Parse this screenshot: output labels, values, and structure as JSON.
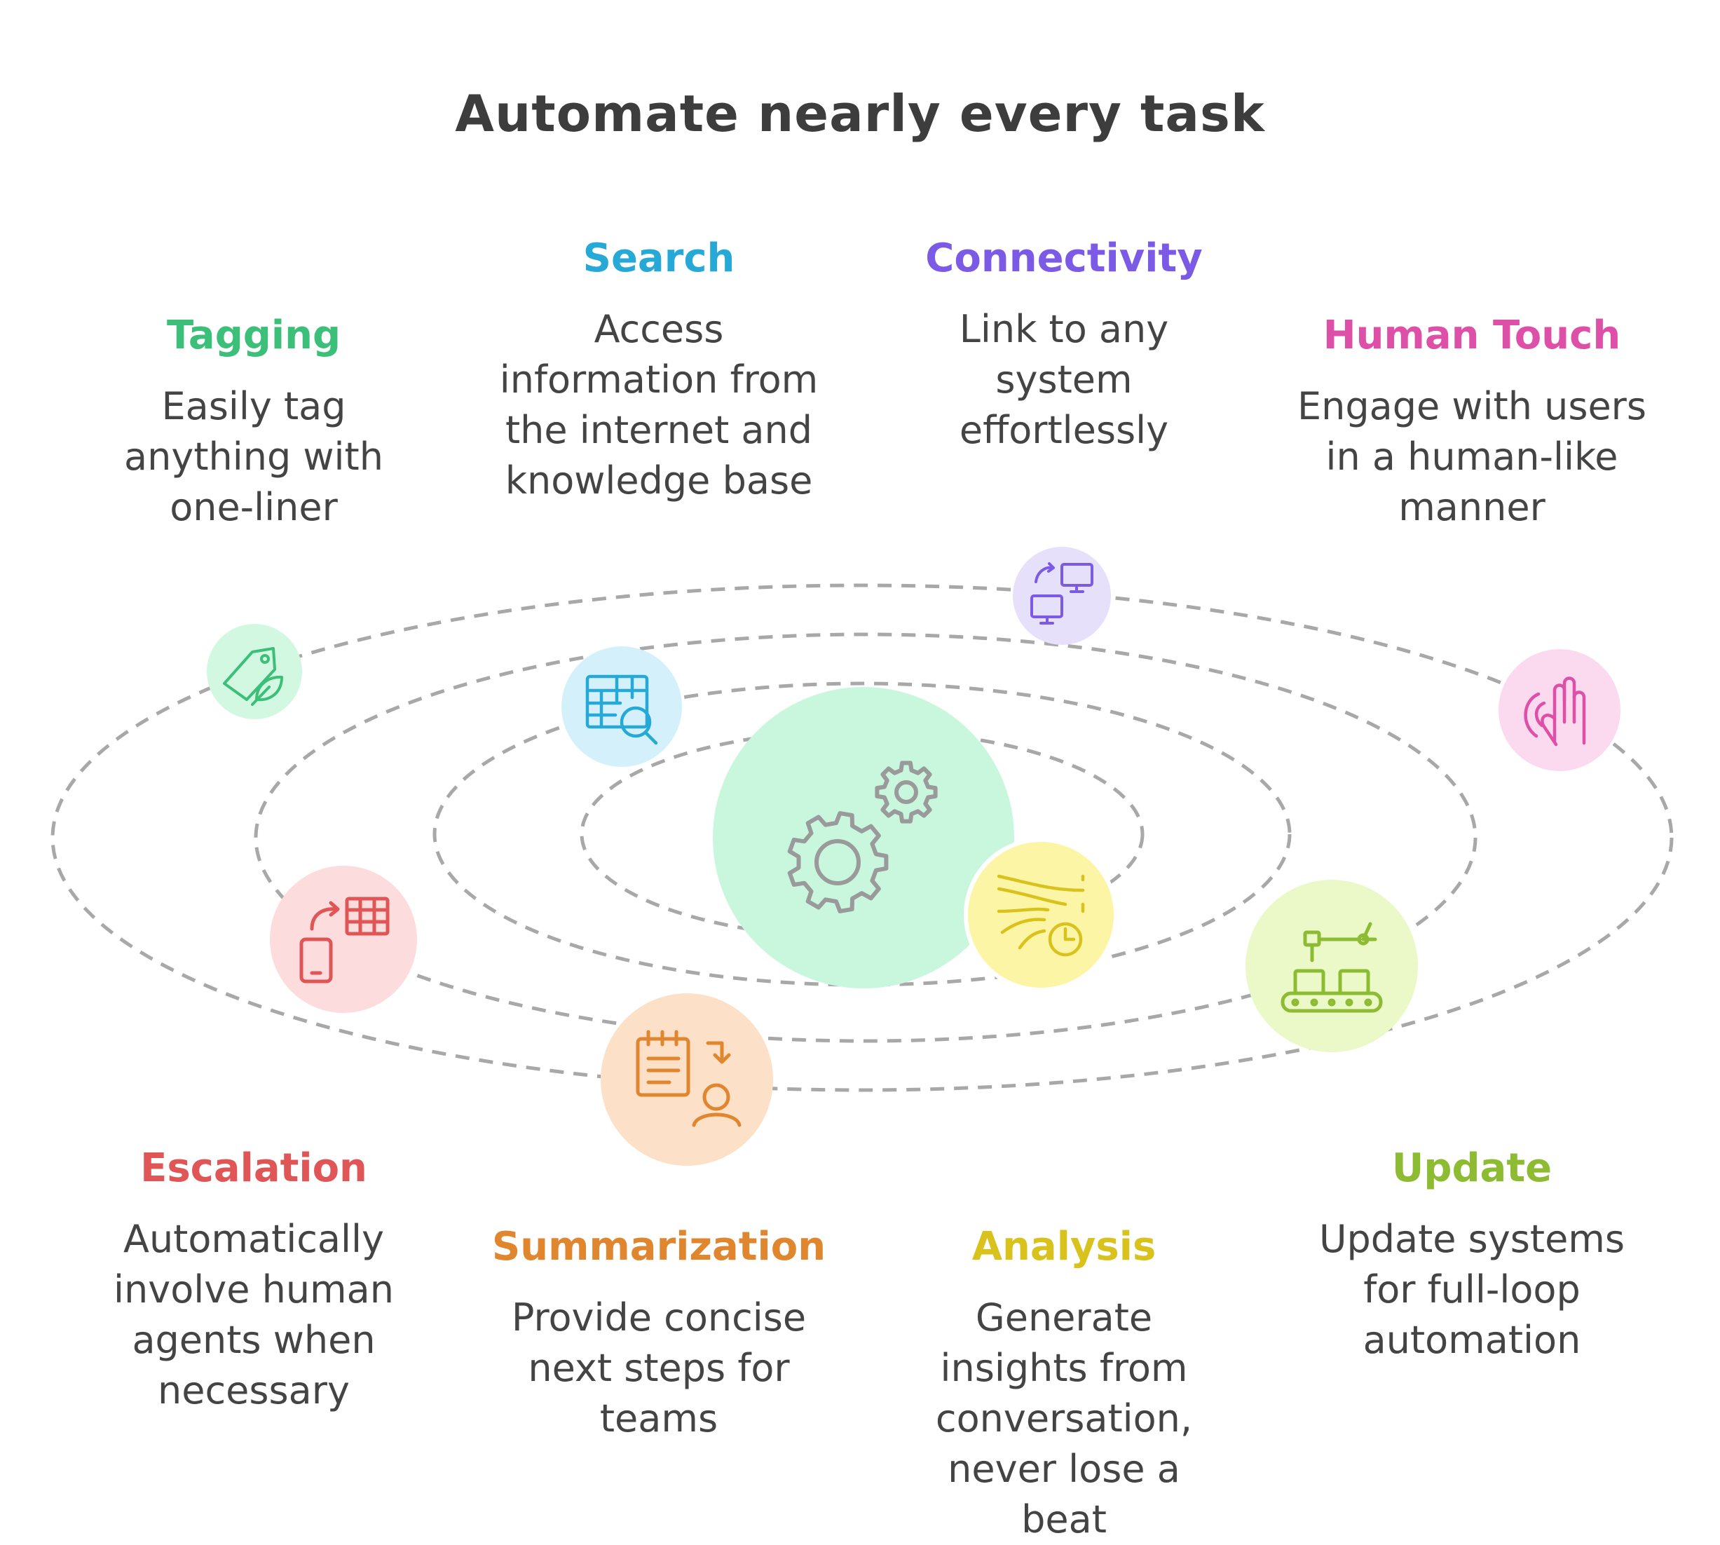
{
  "title": "Automate nearly every task",
  "items": [
    {
      "key": "tagging",
      "label": "Tagging",
      "description": "Easily tag anything with one-liner",
      "color": "#3cbf78",
      "bg": "#d2f8e2",
      "icon": "tag-leaf-icon"
    },
    {
      "key": "search",
      "label": "Search",
      "description": "Access information from the internet and knowledge base",
      "color": "#27a9d8",
      "bg": "#d4f1fb",
      "icon": "table-search-icon"
    },
    {
      "key": "connectivity",
      "label": "Connectivity",
      "description": "Link to any system effortlessly",
      "color": "#7b5ae6",
      "bg": "#e6e0fb",
      "icon": "monitors-sync-icon"
    },
    {
      "key": "human-touch",
      "label": "Human Touch",
      "description": "Engage with users in a human-like manner",
      "color": "#de4fa8",
      "bg": "#fbd9ee",
      "icon": "touch-hand-icon"
    },
    {
      "key": "escalation",
      "label": "Escalation",
      "description": "Automatically involve human agents when necessary",
      "color": "#e05555",
      "bg": "#fcdcdc",
      "icon": "phone-grid-icon"
    },
    {
      "key": "summarization",
      "label": "Summarization",
      "description": "Provide concise next steps for teams",
      "color": "#e0862e",
      "bg": "#fde0c8",
      "icon": "notes-person-icon"
    },
    {
      "key": "analysis",
      "label": "Analysis",
      "description": "Generate insights from conversation, never lose a beat",
      "color": "#d9c21c",
      "bg": "#fdf5a6",
      "icon": "flow-clock-icon"
    },
    {
      "key": "update",
      "label": "Update",
      "description": "Update systems for full-loop automation",
      "color": "#8dbb32",
      "bg": "#ebf8c8",
      "icon": "robot-arm-conveyor-icon"
    }
  ],
  "center": {
    "bg": "#c9f7de",
    "icon": "gears-icon",
    "color": "#9a9a9a"
  },
  "orbit_color": "#a8a8a8"
}
